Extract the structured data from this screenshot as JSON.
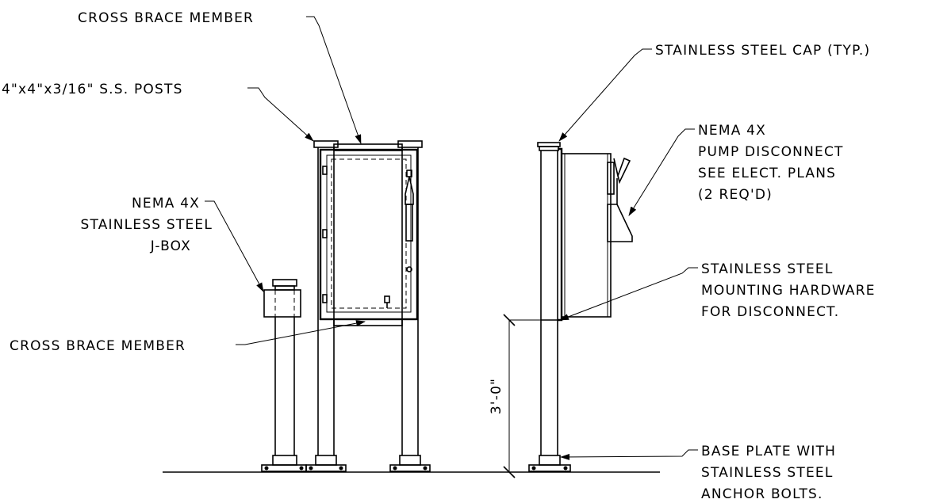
{
  "labels": {
    "cross_brace_top": "CROSS BRACE MEMBER",
    "posts": "4\"x4\"x3/16\" S.S. POSTS",
    "jbox_line1": "NEMA 4X",
    "jbox_line2": "STAINLESS STEEL",
    "jbox_line3": "J-BOX",
    "cross_brace_bottom": "CROSS BRACE MEMBER",
    "cap": "STAINLESS STEEL CAP (TYP.)",
    "disconnect_line1": "NEMA 4X",
    "disconnect_line2": "PUMP DISCONNECT",
    "disconnect_line3": "SEE ELECT. PLANS",
    "disconnect_line4": "(2 REQ'D)",
    "hardware_line1": "STAINLESS STEEL",
    "hardware_line2": "MOUNTING HARDWARE",
    "hardware_line3": "FOR DISCONNECT.",
    "base_line1": "BASE PLATE WITH",
    "base_line2": "STAINLESS STEEL",
    "base_line3": "ANCHOR BOLTS.",
    "dimension": "3'-0\""
  }
}
